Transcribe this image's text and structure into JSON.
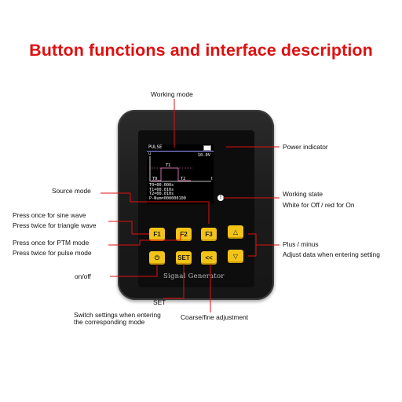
{
  "title": "Button functions and interface description",
  "labels": {
    "working_mode": "Working mode",
    "power_indicator": "Power indicator",
    "source_mode": "Source mode",
    "working_state": "Working state",
    "working_state_detail": "White for Off / red for On",
    "f1_line1": "Press once for sine wave",
    "f1_line2": "Press twice for triangle wave",
    "f2_line1": "Press once for PTM mode",
    "f2_line2": "Press twice for pulse mode",
    "plus_minus": "Plus / minus",
    "plus_minus_detail": "Adjust data when entering setting",
    "on_off": "on/off",
    "set": "SET",
    "set_detail_line1": "Switch settings when entering",
    "set_detail_line2": "the corresponding mode",
    "coarse_fine": "Coarse/fine adjustment"
  },
  "screen": {
    "mode": "PULSE",
    "voltage": "10.0V",
    "axis_u": "u",
    "axis_t": "t",
    "wave_t1": "T1",
    "wave_t0": "T0",
    "wave_t2": "T2",
    "param_t0": "T0=00.000s",
    "param_t1": "T1=00.010s",
    "param_t2": "T2=00.010s",
    "param_pnum": "P-Num=000000100"
  },
  "device": {
    "engraving": "Signal Generator",
    "buttons": {
      "f1": "F1",
      "f2": "F2",
      "f3": "F3",
      "set": "SET",
      "up": "△",
      "down": "▽",
      "coarse": "<<",
      "power": "⏻"
    },
    "state_indicator": "!"
  },
  "colors": {
    "title": "#e01010",
    "callout_line": "#e01010",
    "button": "#f2c319",
    "device_body": "#1c1c1c"
  }
}
